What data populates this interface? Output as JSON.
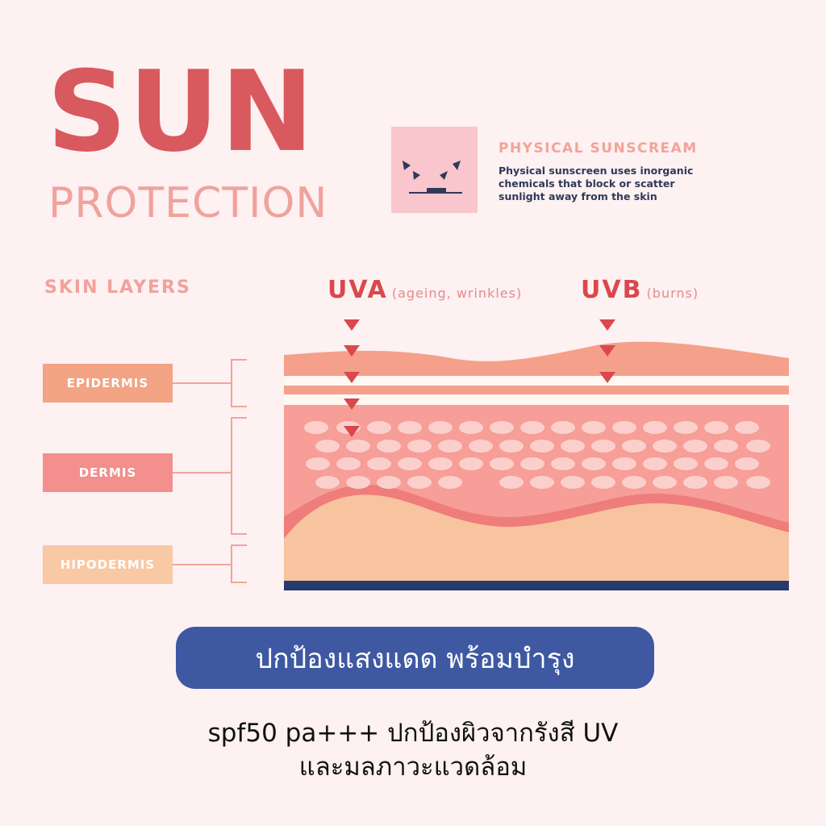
{
  "header": {
    "title": "SUN",
    "subtitle": "PROTECTION"
  },
  "info_card": {
    "icon": "sunscreen-reflect-icon",
    "title": "PHYSICAL SUNSCREAM",
    "description": "Physical sunscreen uses inorganic chemicals that block or scatter sunlight away from the skin"
  },
  "diagram": {
    "section_label": "SKIN LAYERS",
    "uva": {
      "label": "UVA",
      "note": "(ageing, wrinkles)"
    },
    "uvb": {
      "label": "UVB",
      "note": "(burns)"
    },
    "layers": [
      {
        "label": "EPIDERMIS",
        "color": "#f2a484"
      },
      {
        "label": "DERMIS",
        "color": "#f38f8c"
      },
      {
        "label": "HIPODERMIS",
        "color": "#f9c8a4"
      }
    ],
    "colors": {
      "accent_red": "#d9484d",
      "bracket": "#f2a497",
      "dermis": "#f69e97",
      "hipodermis": "#f8c49f",
      "base_line": "#273a6e"
    }
  },
  "banner": {
    "text": "ปกป้องแสงแดด พร้อมบำรุง",
    "color": "#3e59a2"
  },
  "footer": {
    "line1": "spf50 pa+++ ปกป้องผิวจากรังสี UV",
    "line2": "และมลภาวะแวดล้อม"
  }
}
